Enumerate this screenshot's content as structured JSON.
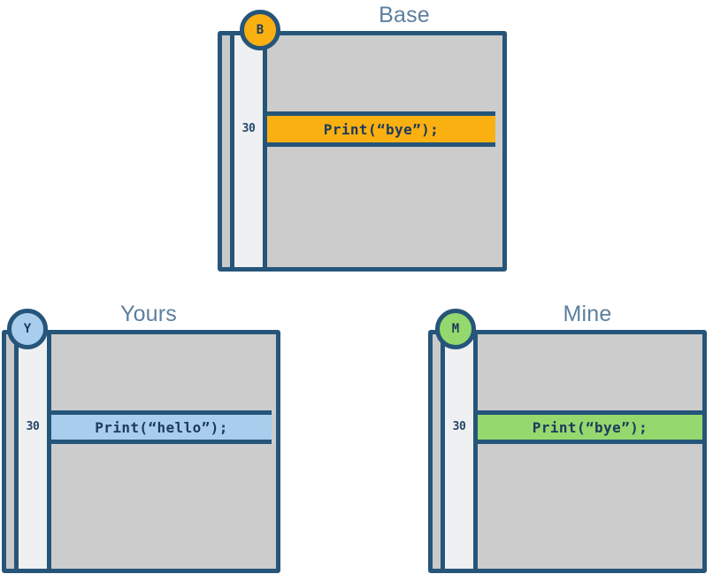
{
  "diagram": {
    "type": "three-way-merge-conflict",
    "colors": {
      "border": "#26557a",
      "title_text": "#5d7f9e",
      "code_text": "#1d3a5c",
      "content_background": "#cccccc",
      "gutter_background": "#eef0f1",
      "edge_strip": "#c9c9c9",
      "base_accent": "#fbb012",
      "yours_accent": "#a8cded",
      "mine_accent": "#95d86e"
    }
  },
  "panels": [
    {
      "id": "base",
      "title": "Base",
      "badge_label": "B",
      "badge_color": "#fbb012",
      "line_number": "30",
      "code_line": "Print(“bye”);",
      "highlight_color": "#fbb012"
    },
    {
      "id": "yours",
      "title": "Yours",
      "badge_label": "Y",
      "badge_color": "#a8cded",
      "line_number": "30",
      "code_line": "Print(“hello”);",
      "highlight_color": "#a8cded"
    },
    {
      "id": "mine",
      "title": "Mine",
      "badge_label": "M",
      "badge_color": "#95d86e",
      "line_number": "30",
      "code_line": "Print(“bye”);",
      "highlight_color": "#95d86e"
    }
  ]
}
